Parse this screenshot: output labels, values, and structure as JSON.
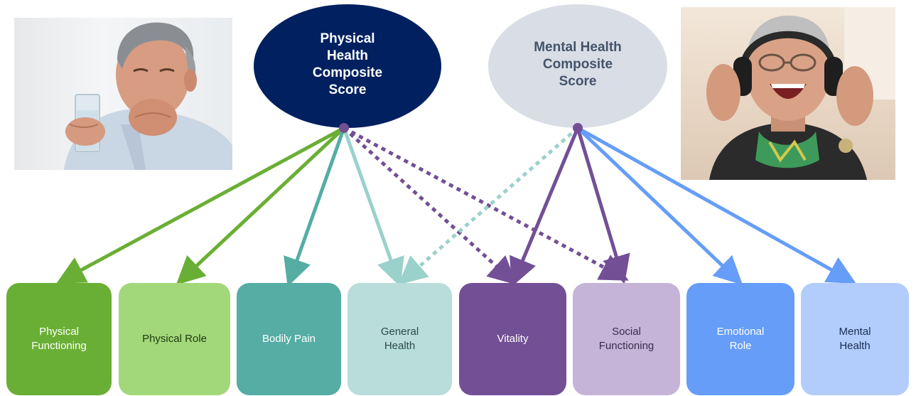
{
  "composites": {
    "physical": {
      "label": "Physical\nHealth\nComposite\nScore",
      "fill": "#002060",
      "text_color": "#ffffff"
    },
    "mental": {
      "label": "Mental Health\nComposite\nScore",
      "fill": "#d9dde5",
      "text_color": "#44546a"
    }
  },
  "domains": [
    {
      "label": "Physical\nFunctioning",
      "fill": "#6aaf35",
      "text_color": "#ffffff"
    },
    {
      "label": "Physical Role",
      "fill": "#a2d87a",
      "text_color": "#1f3a10"
    },
    {
      "label": "Bodily Pain",
      "fill": "#55ada4",
      "text_color": "#ffffff"
    },
    {
      "label": "General\nHealth",
      "fill": "#b8ddda",
      "text_color": "#2d4a47"
    },
    {
      "label": "Vitality",
      "fill": "#734f96",
      "text_color": "#ffffff"
    },
    {
      "label": "Social\nFunctioning",
      "fill": "#c5b4d8",
      "text_color": "#3a2c4a"
    },
    {
      "label": "Emotional\nRole",
      "fill": "#659df8",
      "text_color": "#ffffff"
    },
    {
      "label": "Mental\nHealth",
      "fill": "#b2cdfb",
      "text_color": "#1a2f55"
    }
  ],
  "arrow_colors": {
    "green": "#6aaf35",
    "light_green": "#8ccb4e",
    "teal": "#55ada4",
    "light_teal": "#9ad1cb",
    "purple": "#734f96",
    "blue": "#659df8"
  },
  "photos": {
    "left": {
      "description_icon": "elderly-man-coughing-photo"
    },
    "right": {
      "description_icon": "elderly-woman-laughing-headphones-photo"
    }
  }
}
